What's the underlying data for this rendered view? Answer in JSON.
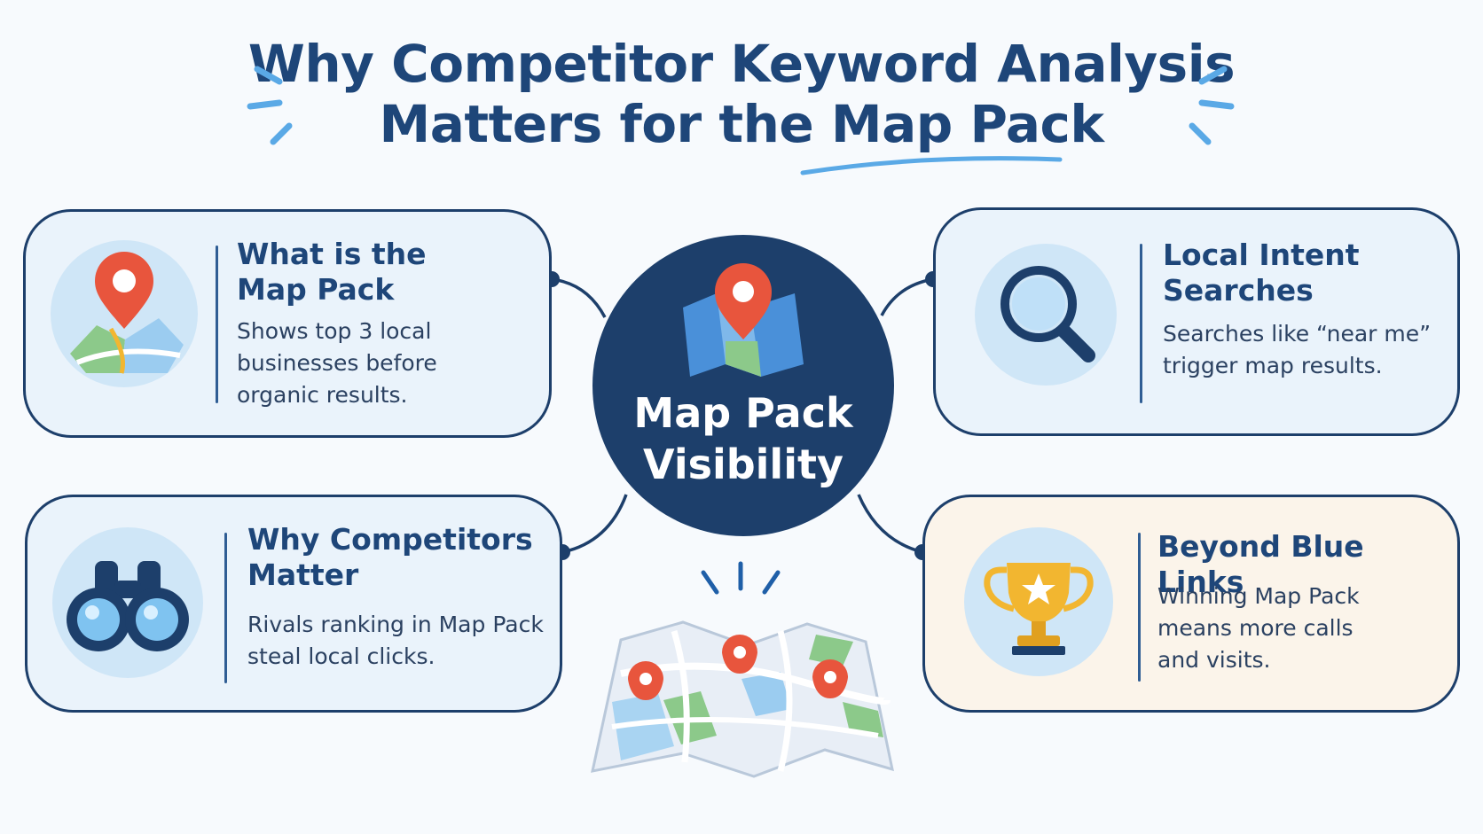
{
  "title": {
    "line1": "Why Competitor Keyword Analysis",
    "line2": "Matters for the Map Pack"
  },
  "hub": {
    "line1": "Map Pack",
    "line2": "Visibility",
    "icon": "map-pin-icon"
  },
  "cards": {
    "map_pack": {
      "title_line1": "What is the",
      "title_line2": "Map Pack",
      "desc_line1": "Shows top 3 local",
      "desc_line2": "businesses before",
      "desc_line3": "organic results.",
      "icon": "map-pin-icon"
    },
    "local_intent": {
      "title_line1": "Local Intent",
      "title_line2": "Searches",
      "desc_line1": "Searches like “near me”",
      "desc_line2": "trigger map results.",
      "icon": "magnifier-icon"
    },
    "competitors": {
      "title_line1": "Why Competitors",
      "title_line2": "Matter",
      "desc_line1": "Rivals ranking in Map Pack",
      "desc_line2": "steal local clicks.",
      "icon": "binoculars-icon"
    },
    "blue_links": {
      "title_line1": "Beyond Blue Links",
      "desc_line1": "Winning Map Pack",
      "desc_line2": "means more calls",
      "desc_line3": "and visits.",
      "icon": "trophy-icon"
    }
  },
  "bottom_illustration": {
    "icon": "map-with-pins-icon"
  },
  "colors": {
    "navy": "#1d3f6b",
    "title_blue": "#1e4679",
    "accent_blue": "#4a90d9",
    "pin_red": "#e8553d",
    "light_blue": "#cfe6f7",
    "trophy_gold": "#f2b630"
  }
}
